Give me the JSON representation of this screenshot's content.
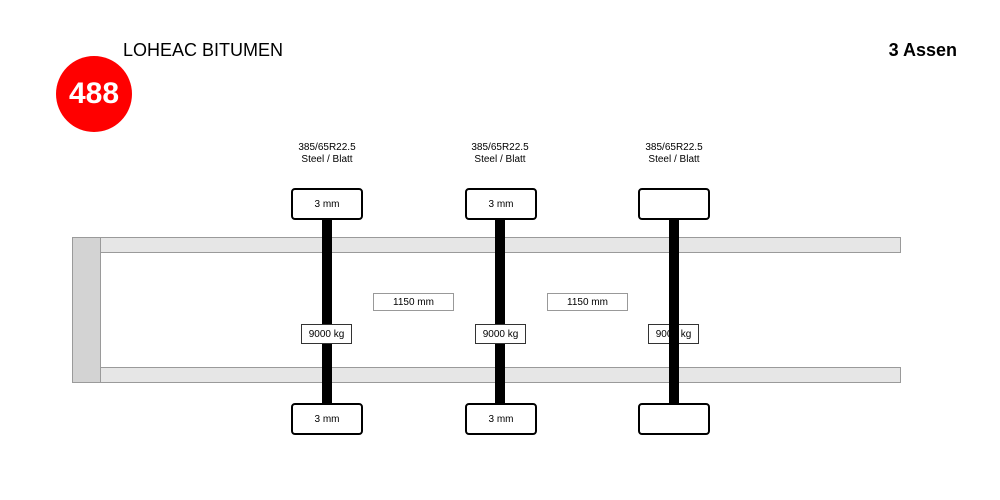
{
  "header": {
    "badge_number": "488",
    "badge_color": "#ff0000",
    "title": "LOHEAC BITUMEN",
    "axle_count": "3 Assen"
  },
  "axles": [
    {
      "tire_size": "385/65R22.5",
      "suspension": "Steel / Blatt",
      "tread_top": "3 mm",
      "tread_bottom": "3 mm",
      "load": "9000 kg"
    },
    {
      "tire_size": "385/65R22.5",
      "suspension": "Steel / Blatt",
      "tread_top": "3 mm",
      "tread_bottom": "3 mm",
      "load": "9000 kg"
    },
    {
      "tire_size": "385/65R22.5",
      "suspension": "Steel / Blatt",
      "tread_top": "",
      "tread_bottom": "",
      "load": "9000 kg"
    }
  ],
  "spacings": [
    "1150 mm",
    "1150 mm"
  ]
}
